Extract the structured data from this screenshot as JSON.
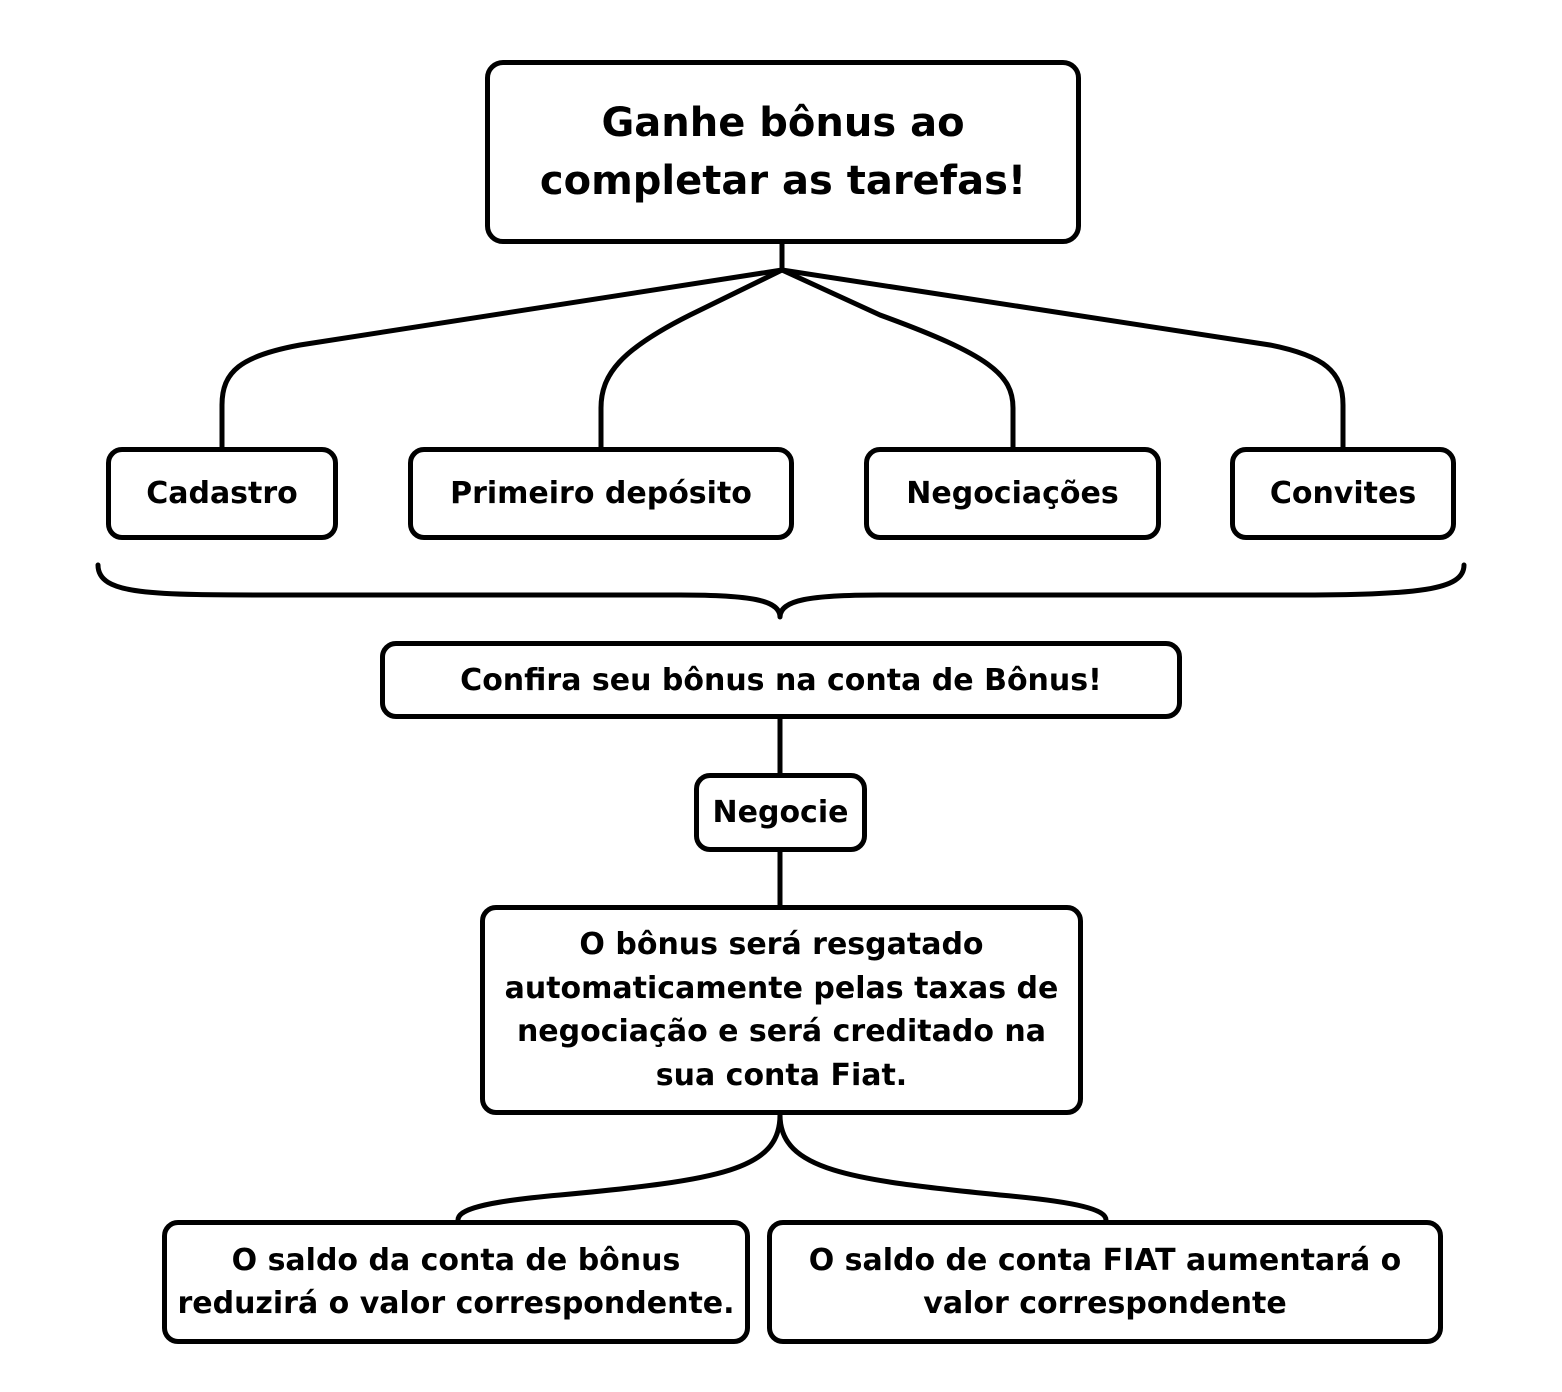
{
  "title": {
    "line1": "Ganhe bônus ao",
    "line2": "completar as tarefas!"
  },
  "tasks": [
    {
      "label": "Cadastro"
    },
    {
      "label": "Primeiro depósito"
    },
    {
      "label": "Negociações"
    },
    {
      "label": "Convites"
    }
  ],
  "check_bonus": "Confira seu bônus na conta de Bônus!",
  "trade": "Negocie",
  "redeem": {
    "line1": "O bônus será resgatado",
    "line2": "automaticamente pelas taxas de",
    "line3": "negociação e será creditado na",
    "line4": "sua conta Fiat."
  },
  "results": {
    "bonus_balance": {
      "line1": "O saldo da conta de bônus",
      "line2": "reduzirá o valor correspondente."
    },
    "fiat_balance": {
      "line1": "O saldo de conta FIAT aumentará o",
      "line2": "valor correspondente"
    }
  }
}
